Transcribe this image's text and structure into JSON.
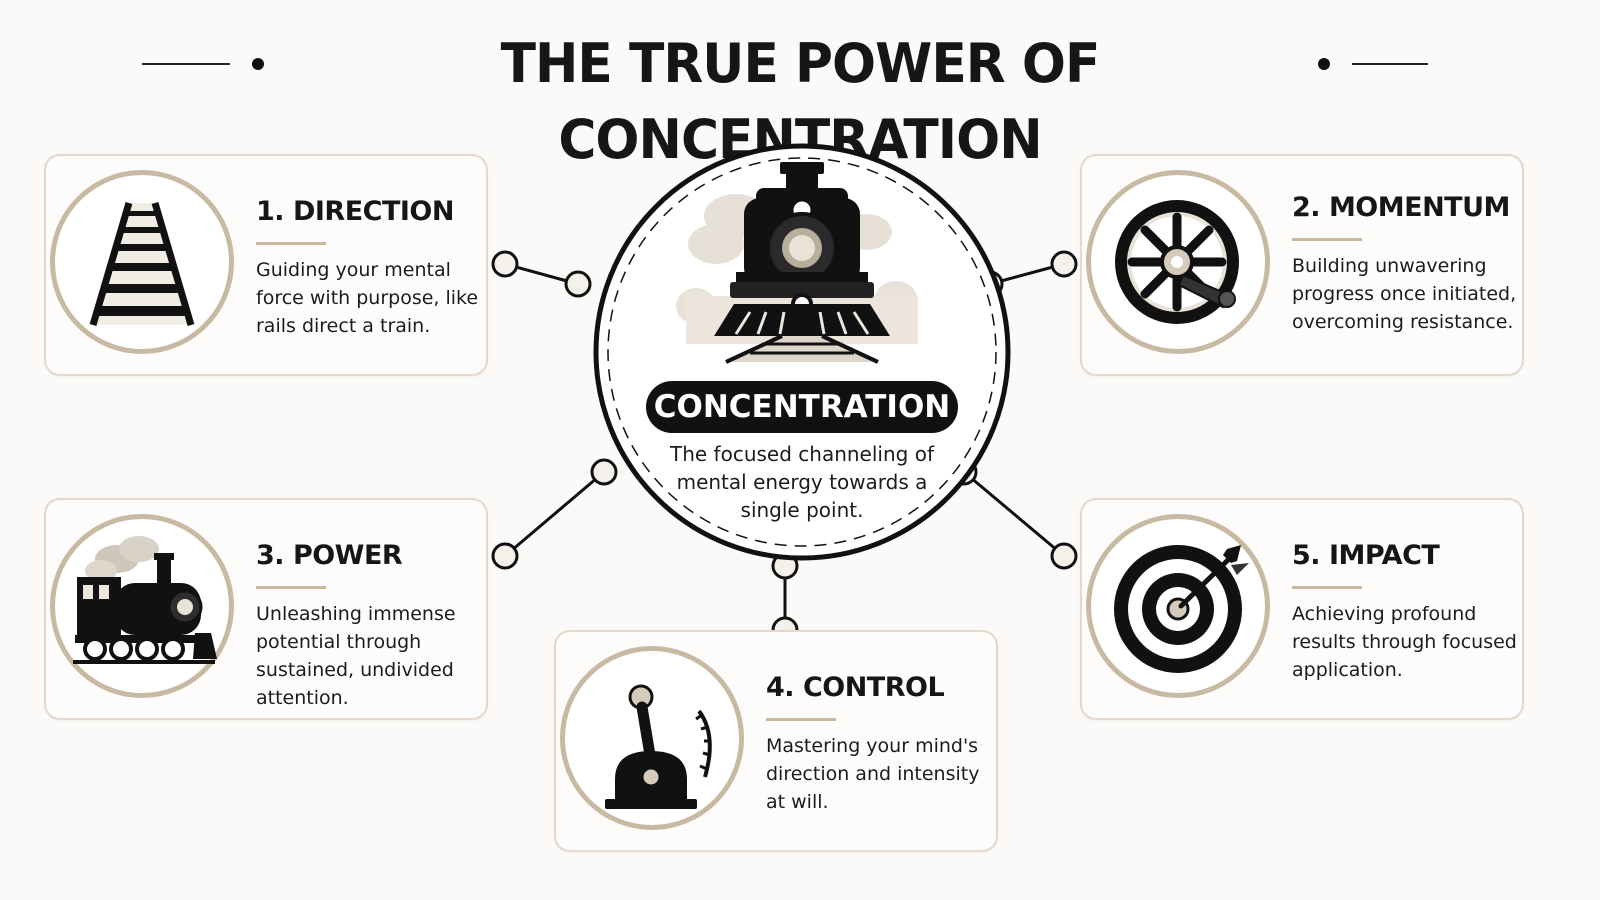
{
  "title": "THE TRUE POWER OF CONCENTRATION",
  "center": {
    "label": "CONCENTRATION",
    "description": "The focused channeling of mental energy towards a single point.",
    "icon": "locomotive-front-icon"
  },
  "cards": [
    {
      "title": "1. DIRECTION",
      "description": "Guiding your mental force with purpose, like rails direct a train.",
      "icon": "railroad-track-icon"
    },
    {
      "title": "2. MOMENTUM",
      "description": "Building unwavering progress once initiated, overcoming resistance.",
      "icon": "train-wheel-icon"
    },
    {
      "title": "3. POWER",
      "description": "Unleashing immense potential through sustained, undivided attention.",
      "icon": "steam-locomotive-icon"
    },
    {
      "title": "4. CONTROL",
      "description": "Mastering your mind's direction and intensity at will.",
      "icon": "throttle-lever-icon"
    },
    {
      "title": "5. IMPACT",
      "description": "Achieving profound results through focused application.",
      "icon": "target-arrow-icon"
    }
  ],
  "colors": {
    "accent": "#c8b9a3",
    "ink": "#111111",
    "background": "#fbfaf8"
  }
}
